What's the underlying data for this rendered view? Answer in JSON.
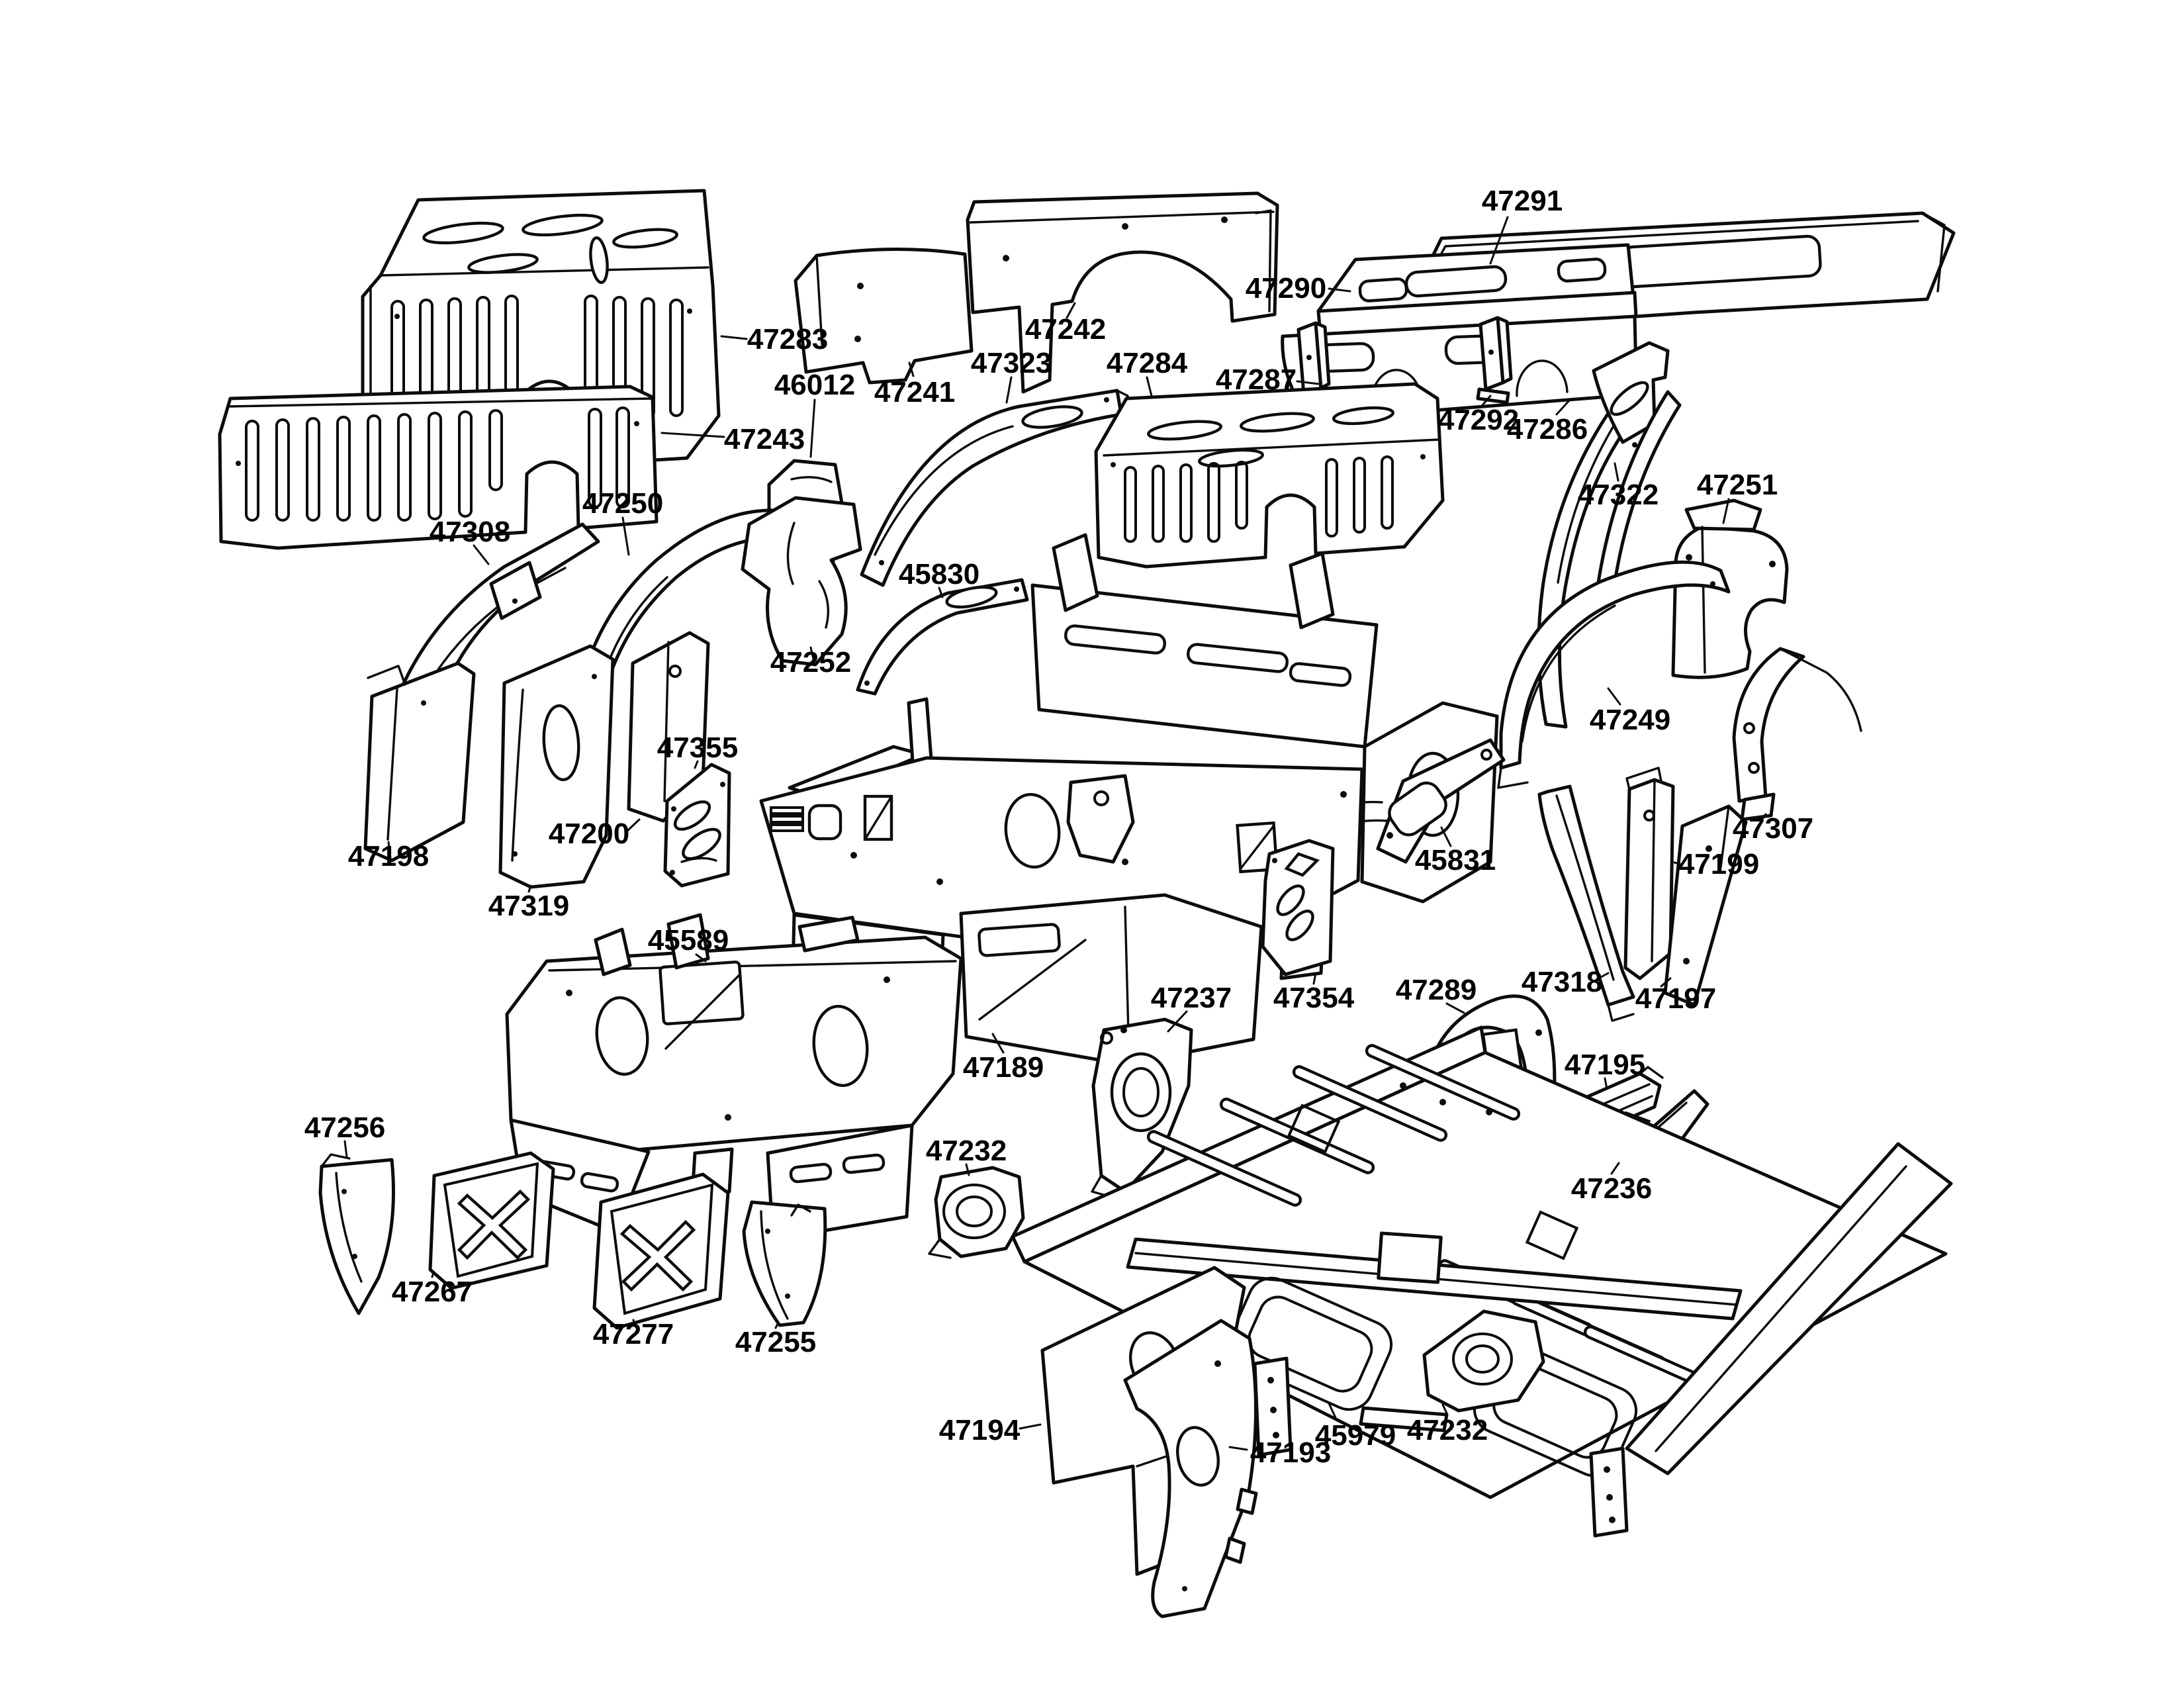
{
  "canvas": {
    "background": "#ffffff",
    "ink": "#0c0c0c"
  },
  "diagram": {
    "labels": [
      "47291",
      "47290",
      "47283",
      "47242",
      "47241",
      "46012",
      "47323",
      "47284",
      "47287",
      "47292",
      "47286",
      "47243",
      "47322",
      "47251",
      "47250",
      "47308",
      "45830",
      "47252",
      "47249",
      "47355",
      "47198",
      "47200",
      "47319",
      "45831",
      "47307",
      "47199",
      "45589",
      "47318",
      "47197",
      "47237",
      "47354",
      "47289",
      "47189",
      "47195",
      "47256",
      "47232",
      "47267",
      "47277",
      "47255",
      "47236",
      "47194",
      "47193",
      "45979",
      "47232"
    ]
  }
}
